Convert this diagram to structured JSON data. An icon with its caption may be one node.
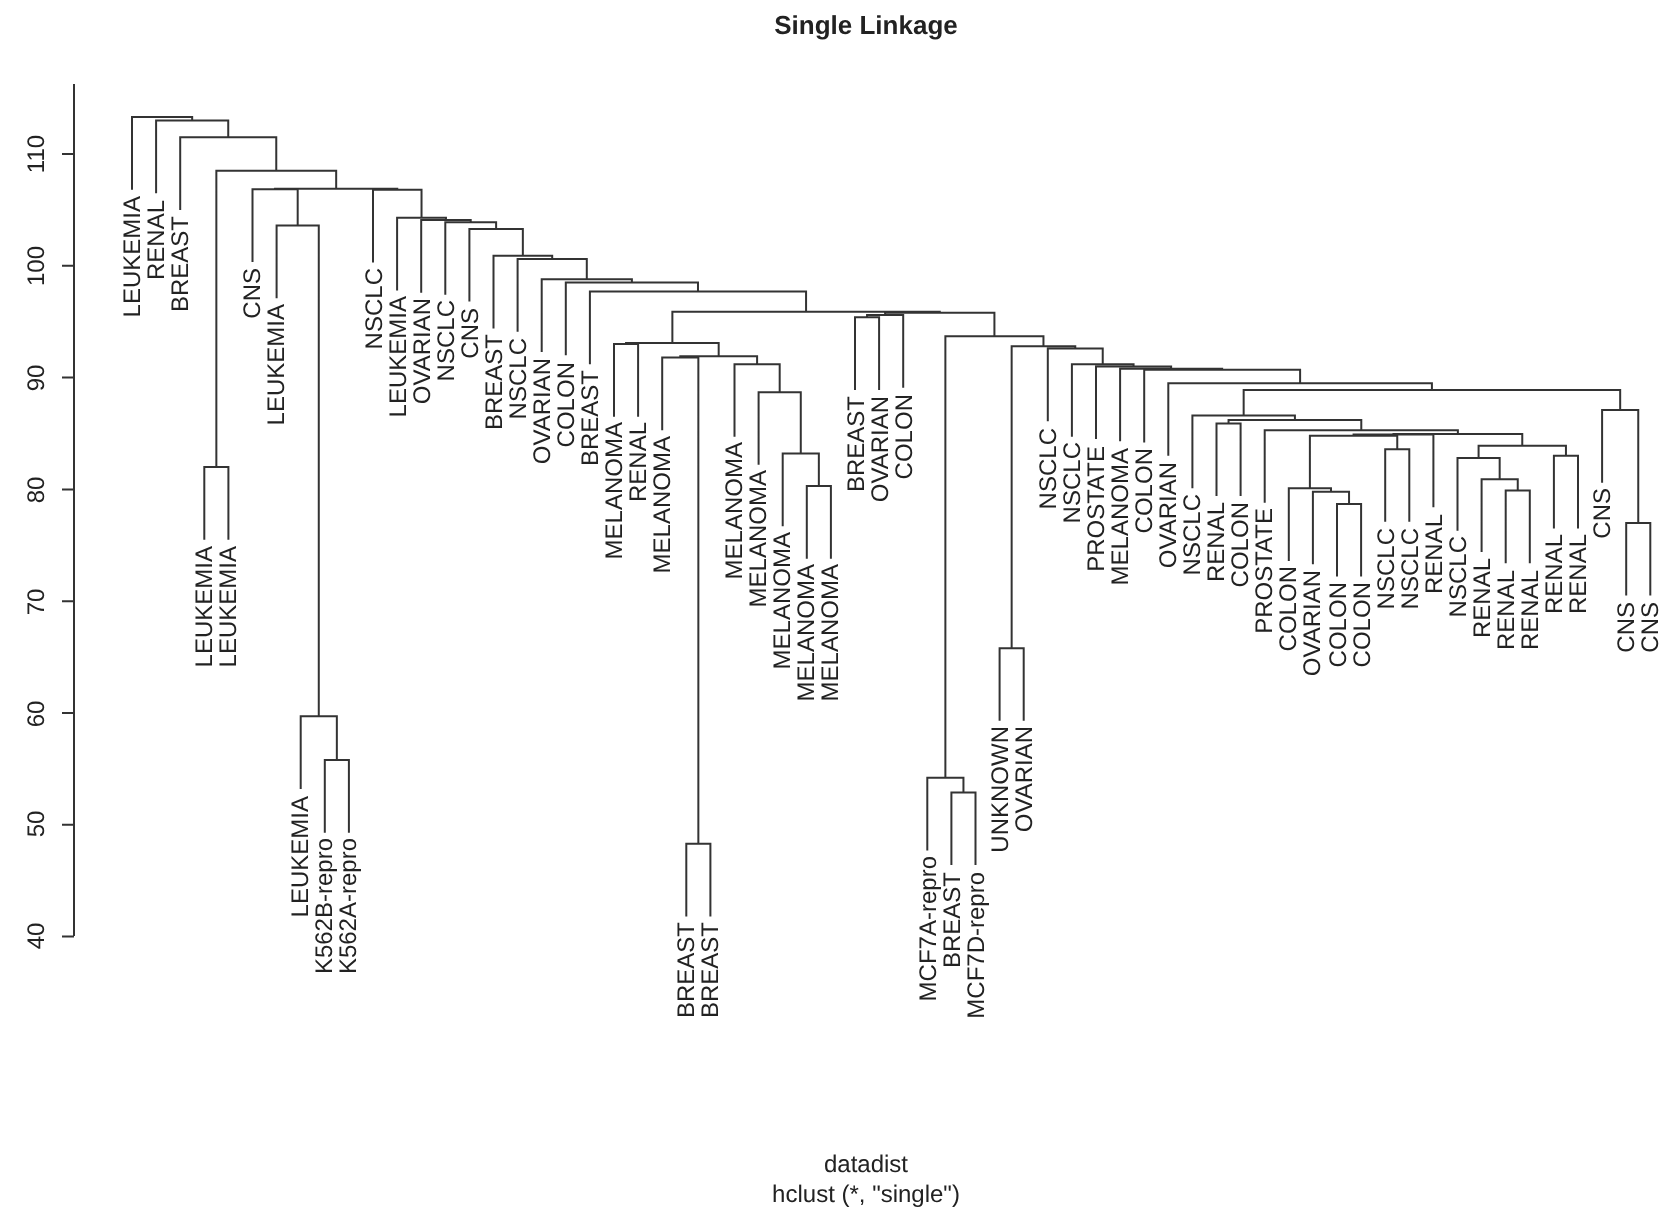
{
  "diagram": {
    "title": "Single Linkage",
    "labels": [
      "110",
      "100",
      "90",
      "80",
      "70",
      "60",
      "50",
      "40",
      "LEUKEMIA",
      "RENAL",
      "BREAST",
      "LEUKEMIA",
      "LEUKEMIA",
      "CNS",
      "LEUKEMIA",
      "LEUKEMIA",
      "K562B-repro",
      "K562A-repro",
      "NSCLC",
      "LEUKEMIA",
      "OVARIAN",
      "NSCLC",
      "CNS",
      "BREAST",
      "NSCLC",
      "OVARIAN",
      "COLON",
      "BREAST",
      "MELANOMA",
      "RENAL",
      "MELANOMA",
      "BREAST",
      "BREAST",
      "MELANOMA",
      "MELANOMA",
      "MELANOMA",
      "MELANOMA",
      "MELANOMA",
      "BREAST",
      "OVARIAN",
      "COLON",
      "MCF7A-repro",
      "BREAST",
      "MCF7D-repro",
      "UNKNOWN",
      "OVARIAN",
      "NSCLC",
      "NSCLC",
      "PROSTATE",
      "MELANOMA",
      "COLON",
      "OVARIAN",
      "NSCLC",
      "RENAL",
      "COLON",
      "PROSTATE",
      "COLON",
      "OVARIAN",
      "COLON",
      "COLON",
      "NSCLC",
      "NSCLC",
      "RENAL",
      "NSCLC",
      "RENAL",
      "RENAL",
      "RENAL",
      "RENAL",
      "RENAL",
      "CNS",
      "CNS",
      "CNS",
      "datadist",
      "hclust (*, \"single\")"
    ]
  }
}
